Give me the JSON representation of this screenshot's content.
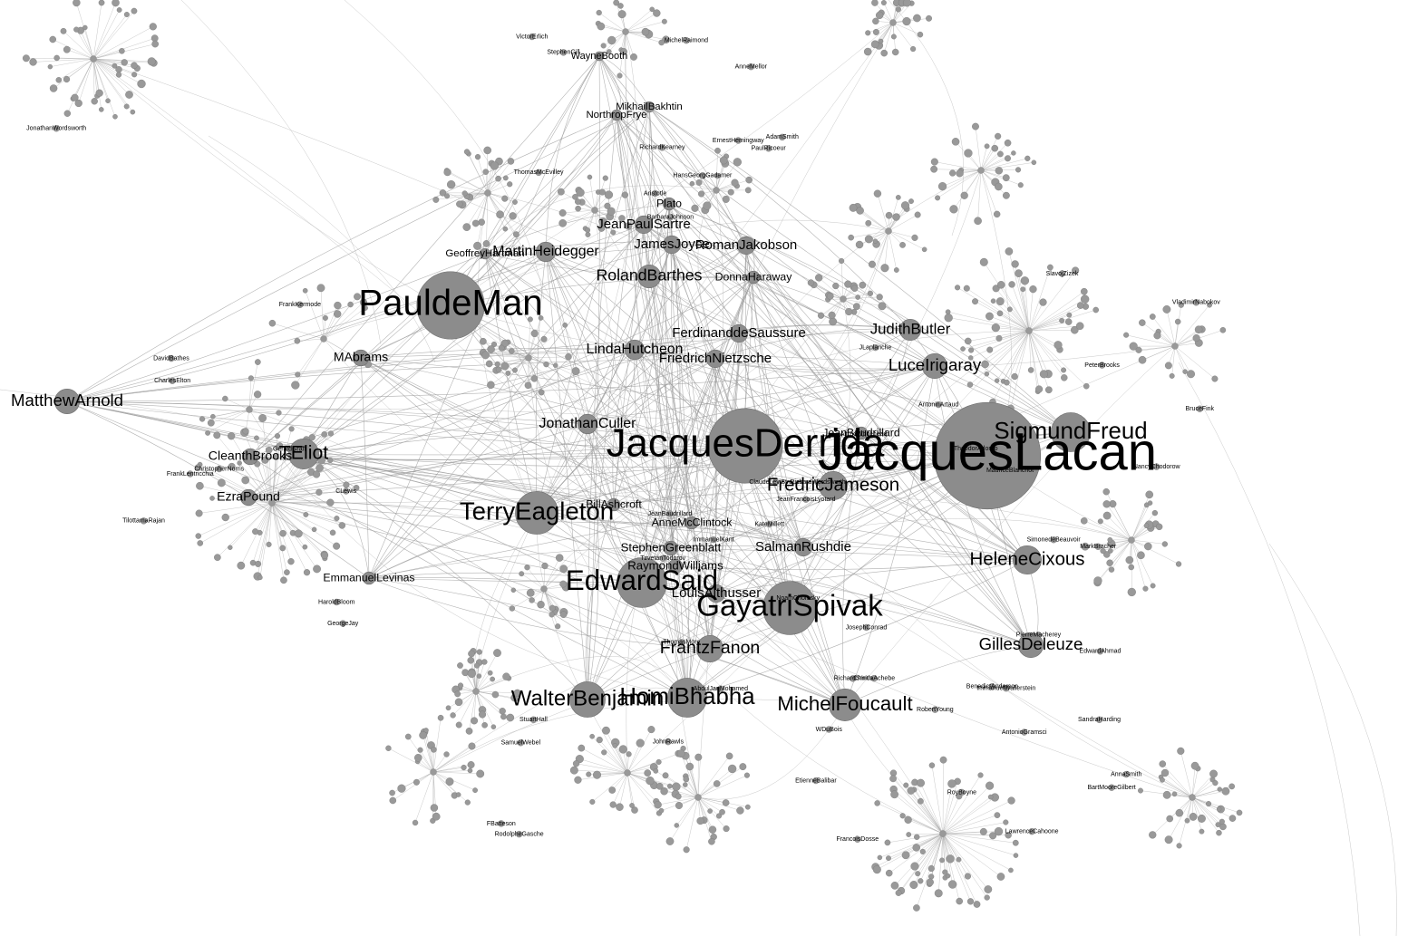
{
  "graph": {
    "node_color": "#8c8c8c",
    "edge_color": "#9a9a9a",
    "label_color": "#000000",
    "major_nodes": [
      {
        "id": "lacan",
        "label": "JacquesLacan",
        "weight": 60
      },
      {
        "id": "derrida",
        "label": "JacquesDerrida",
        "weight": 42
      },
      {
        "id": "deman",
        "label": "PauldeMan",
        "weight": 38
      },
      {
        "id": "spivak",
        "label": "GayatriSpivak",
        "weight": 30
      },
      {
        "id": "said",
        "label": "EdwardSaid",
        "weight": 28
      },
      {
        "id": "eagleton",
        "label": "TerryEagleton",
        "weight": 24
      },
      {
        "id": "freud",
        "label": "SigmundFreud",
        "weight": 22
      },
      {
        "id": "bhabha",
        "label": "HomiBhabha",
        "weight": 22
      },
      {
        "id": "benjamin",
        "label": "WalterBenjamin",
        "weight": 20
      },
      {
        "id": "foucault",
        "label": "MichelFoucault",
        "weight": 18
      },
      {
        "id": "jameson",
        "label": "FredricJameson",
        "weight": 16
      },
      {
        "id": "cixous",
        "label": "HeleneCixous",
        "weight": 16
      },
      {
        "id": "fanon",
        "label": "FrantzFanon",
        "weight": 15
      },
      {
        "id": "eliot",
        "label": "TEliot",
        "weight": 17
      },
      {
        "id": "deleuze",
        "label": "GillesDeleuze",
        "weight": 14
      },
      {
        "id": "irigaray",
        "label": "LuceIrigaray",
        "weight": 14
      },
      {
        "id": "arnold",
        "label": "MatthewArnold",
        "weight": 14
      },
      {
        "id": "barthes",
        "label": "RolandBarthes",
        "weight": 13
      },
      {
        "id": "butler",
        "label": "JudithButler",
        "weight": 12
      },
      {
        "id": "hutcheon",
        "label": "LindaHutcheon",
        "weight": 11
      },
      {
        "id": "culler",
        "label": "JonathanCuller",
        "weight": 11
      },
      {
        "id": "heidegger",
        "label": "MartinHeidegger",
        "weight": 11
      },
      {
        "id": "nietzsche",
        "label": "FriedrichNietzsche",
        "weight": 10
      },
      {
        "id": "saussure",
        "label": "FerdinanddeSaussure",
        "weight": 10
      },
      {
        "id": "sartre",
        "label": "JeanPaulSartre",
        "weight": 10
      },
      {
        "id": "joyce",
        "label": "JamesJoyce",
        "weight": 10
      },
      {
        "id": "jakobson",
        "label": "RomanJakobson",
        "weight": 10
      },
      {
        "id": "rushdie",
        "label": "SalmanRushdie",
        "weight": 10
      },
      {
        "id": "althusser",
        "label": "LouisAlthusser",
        "weight": 10
      },
      {
        "id": "brooks",
        "label": "CleanthBrooks",
        "weight": 9
      },
      {
        "id": "pound",
        "label": "EzraPound",
        "weight": 9
      },
      {
        "id": "abrams",
        "label": "MAbrams",
        "weight": 9
      },
      {
        "id": "levinas",
        "label": "EmmanuelLevinas",
        "weight": 7
      },
      {
        "id": "williams",
        "label": "RaymondWilliams",
        "weight": 8
      },
      {
        "id": "greenblatt",
        "label": "StephenGreenblatt",
        "weight": 8
      },
      {
        "id": "mcclintock",
        "label": "AnneMcClintock",
        "weight": 7
      },
      {
        "id": "ashcroft",
        "label": "BillAshcroft",
        "weight": 7
      },
      {
        "id": "baudrillard",
        "label": "JeanBaudrillard",
        "weight": 7
      },
      {
        "id": "plato",
        "label": "Plato",
        "weight": 7
      },
      {
        "id": "haraway",
        "label": "DonnaHaraway",
        "weight": 7
      },
      {
        "id": "booth",
        "label": "WayneBooth",
        "weight": 4
      },
      {
        "id": "frye",
        "label": "NorthropFrye",
        "weight": 6
      },
      {
        "id": "bakhtin",
        "label": "MikhailBakhtin",
        "weight": 6
      },
      {
        "id": "hartman",
        "label": "GeoffreyHartman",
        "weight": 6
      }
    ],
    "minor_labels": [
      {
        "label": "JonathanWordsworth",
        "near": "tl"
      },
      {
        "label": "MichelRaimond",
        "near": "top"
      },
      {
        "label": "ErnestHemingway",
        "near": "top"
      },
      {
        "label": "VictorErlich",
        "near": "top"
      },
      {
        "label": "RichardKearney",
        "near": "top"
      },
      {
        "label": "HaroldBloom",
        "near": "left"
      },
      {
        "label": "TilottamaRajan",
        "near": "left"
      },
      {
        "label": "ThomasMcEvilley",
        "near": "top"
      },
      {
        "label": "AdamSmith",
        "near": "top"
      },
      {
        "label": "StephenGill",
        "near": "top"
      },
      {
        "label": "HansGeorgGadamer",
        "near": "top"
      },
      {
        "label": "Aristotle",
        "near": "top"
      },
      {
        "label": "PaulRicoeur",
        "near": "top"
      },
      {
        "label": "BarbaraJohnson",
        "near": "top"
      },
      {
        "label": "AnneMellor",
        "near": "top"
      },
      {
        "label": "NancyChodorow",
        "near": "right"
      },
      {
        "label": "SimonedeBeauvoir",
        "near": "right"
      },
      {
        "label": "MarkBracher",
        "near": "right"
      },
      {
        "label": "PeterBrooks",
        "near": "right"
      },
      {
        "label": "BruceFink",
        "near": "right"
      },
      {
        "label": "SlavojZizek",
        "near": "right"
      },
      {
        "label": "VladimirNabokov",
        "near": "right"
      },
      {
        "label": "AlfredWhitehead",
        "near": "mid"
      },
      {
        "label": "TheodorAdorno",
        "near": "mid"
      },
      {
        "label": "MauriceBlanchot",
        "near": "mid"
      },
      {
        "label": "TzvetanTodorov",
        "near": "mid"
      },
      {
        "label": "JosephConrad",
        "near": "mid"
      },
      {
        "label": "ClaudeLeviStrauss",
        "near": "mid"
      },
      {
        "label": "JLaplanche",
        "near": "mid"
      },
      {
        "label": "AntoninArtaud",
        "near": "mid"
      },
      {
        "label": "KateMillett",
        "near": "mid"
      },
      {
        "label": "JeanFrancoisLyotard",
        "near": "mid"
      },
      {
        "label": "GeraldGraff",
        "near": "left"
      },
      {
        "label": "DavidBathes",
        "near": "left"
      },
      {
        "label": "CLewis",
        "near": "left"
      },
      {
        "label": "FrankKermode",
        "near": "left"
      },
      {
        "label": "FrankLentricchia",
        "near": "left"
      },
      {
        "label": "ChristopherNorris",
        "near": "left"
      },
      {
        "label": "CharlesElton",
        "near": "left"
      },
      {
        "label": "GeorgeJay",
        "near": "left"
      },
      {
        "label": "ImmanuelKant",
        "near": "mid"
      },
      {
        "label": "RichardWordsworth",
        "near": "mid"
      },
      {
        "label": "NoamChomsky",
        "near": "mid"
      },
      {
        "label": "RobertYoung",
        "near": "bottom"
      },
      {
        "label": "PierreMacherey",
        "near": "bottom"
      },
      {
        "label": "SamuelWebel",
        "near": "bottom"
      },
      {
        "label": "RodolpheGasche",
        "near": "bottom"
      },
      {
        "label": "ChinuaAchebe",
        "near": "bottom"
      },
      {
        "label": "AbdulJanMohamed",
        "near": "bottom"
      },
      {
        "label": "BartMooreGilbert",
        "near": "bottom"
      },
      {
        "label": "StuartHall",
        "near": "bottom"
      },
      {
        "label": "WDuBois",
        "near": "bottom"
      },
      {
        "label": "ThomasMore",
        "near": "bottom"
      },
      {
        "label": "LawrenceCahoone",
        "near": "bottom"
      },
      {
        "label": "SandraHarding",
        "near": "bottom"
      },
      {
        "label": "ImmanuelWallerstein",
        "near": "bottom"
      },
      {
        "label": "EdwardAhmad",
        "near": "bottom"
      },
      {
        "label": "AntonioGramsci",
        "near": "bottom"
      },
      {
        "label": "EtienneBalibar",
        "near": "bottom"
      },
      {
        "label": "BenedictAnderson",
        "near": "bottom"
      },
      {
        "label": "FrancoisDosse",
        "near": "bottom"
      },
      {
        "label": "AnnaSmith",
        "near": "bottom"
      },
      {
        "label": "RoyBoyne",
        "near": "bottom"
      },
      {
        "label": "RichardSmith",
        "near": "bottom"
      },
      {
        "label": "JohnRawls",
        "near": "bottom"
      },
      {
        "label": "FBatteson",
        "near": "bottom"
      },
      {
        "label": "JeanBaudrillard",
        "near": "mid"
      }
    ]
  }
}
